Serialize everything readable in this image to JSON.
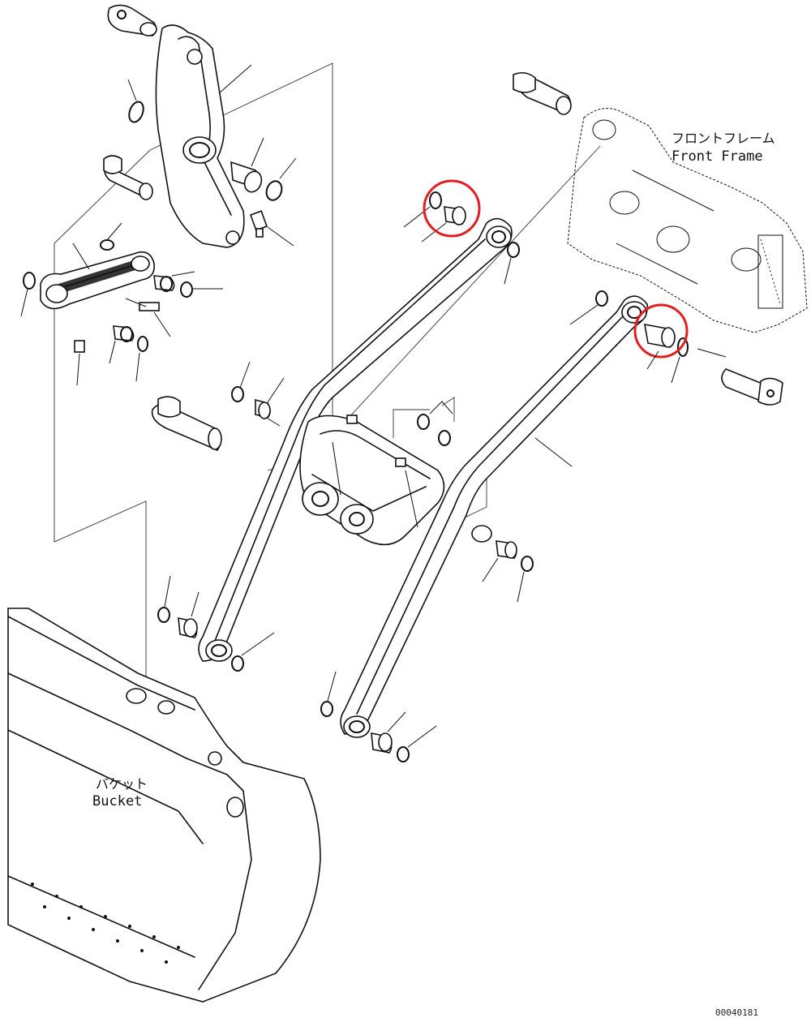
{
  "labels": {
    "front_frame_jp": "フロントフレーム",
    "front_frame_en": "Front Frame",
    "bucket_jp": "バケット",
    "bucket_en": "Bucket",
    "drawing_code": "00040181"
  },
  "colors": {
    "line": "#111111",
    "highlight": "#e02020",
    "background": "#ffffff"
  }
}
